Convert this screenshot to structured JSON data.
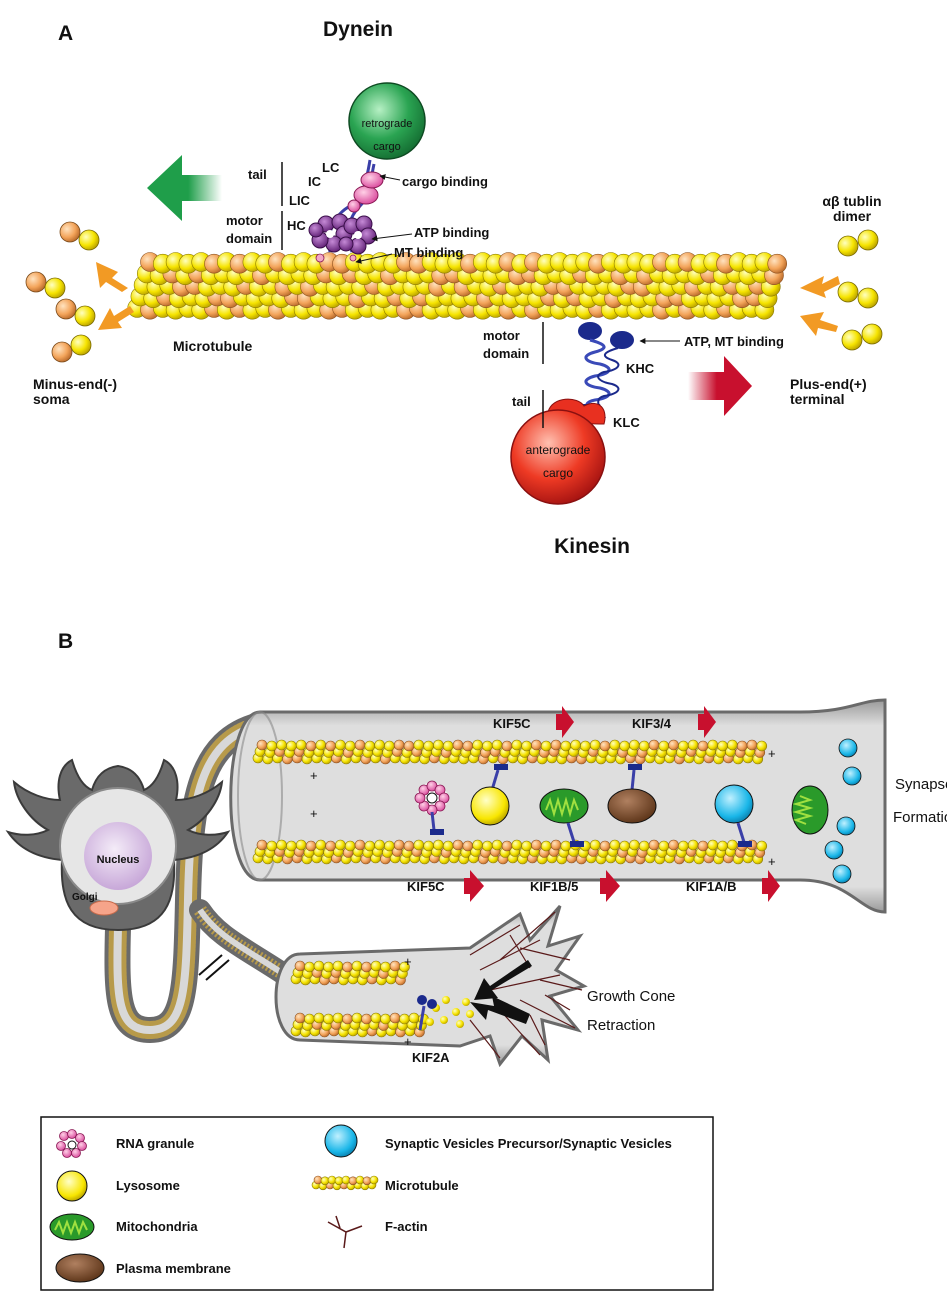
{
  "panel_a": {
    "letter": "A",
    "dynein_title": "Dynein",
    "kinesin_title": "Kinesin",
    "retro_cargo_line1": "retrograde",
    "retro_cargo_line2": "cargo",
    "antero_cargo_line1": "anterograde",
    "antero_cargo_line2": "cargo",
    "dynein_tail": "tail",
    "lc": "LC",
    "ic": "IC",
    "lic": "LIC",
    "hc": "HC",
    "dynein_motor_line1": "motor",
    "dynein_motor_line2": "domain",
    "cargo_binding": "cargo binding",
    "atp_binding": "ATP binding",
    "mt_binding": "MT binding",
    "tubulin_line1": "αβ tublin",
    "tubulin_line2": "dimer",
    "microtubule": "Microtubule",
    "minus_end_line1": "Minus-end(-)",
    "minus_end_line2": "soma",
    "plus_end_line1": "Plus-end(+)",
    "plus_end_line2": "terminal",
    "kinesin_motor_line1": "motor",
    "kinesin_motor_line2": "domain",
    "atp_mt_binding": "ATP, MT binding",
    "khc": "KHC",
    "kinesin_tail": "tail",
    "klc": "KLC"
  },
  "panel_b": {
    "letter": "B",
    "nucleus": "Nucleus",
    "golgi": "Golgi",
    "kif5c_top": "KIF5C",
    "kif34": "KIF3/4",
    "kif5c_bottom": "KIF5C",
    "kif1b5": "KIF1B/5",
    "kif1ab": "KIF1A/B",
    "kif2a": "KIF2A",
    "synapse_line1": "Synapse",
    "synapse_line2": "Formation",
    "growth_line1": "Growth Cone",
    "growth_line2": "Retraction"
  },
  "legend": {
    "rna_granule": "RNA granule",
    "lysosome": "Lysosome",
    "mitochondria": "Mitochondria",
    "plasma_membrane": "Plasma membrane",
    "synaptic_vesicles": "Synaptic Vesicles Precursor/Synaptic Vesicles",
    "microtubule": "Microtubule",
    "f_actin": "F-actin"
  },
  "colors": {
    "dynein_purple": "#7b2d8e",
    "kinesin_blue": "#1b2a8c",
    "retro_green": "#1f9e4a",
    "antero_red": "#e02020",
    "tubulin_yellow": "#f4e200",
    "tubulin_orange": "#f2a35a",
    "lc_pink": "#d8459a",
    "ic_red": "#c8102e"
  }
}
